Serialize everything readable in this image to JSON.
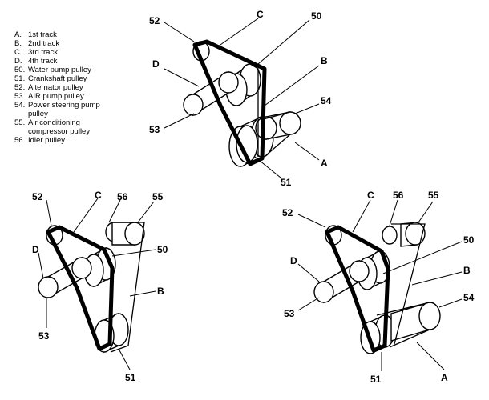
{
  "legend": [
    {
      "key": "A.",
      "text": "1st track"
    },
    {
      "key": "B.",
      "text": "2nd track"
    },
    {
      "key": "C.",
      "text": "3rd track"
    },
    {
      "key": "D.",
      "text": "4th track"
    },
    {
      "key": "50.",
      "text": "Water pump pulley"
    },
    {
      "key": "51.",
      "text": "Crankshaft pulley"
    },
    {
      "key": "52.",
      "text": "Alternator pulley"
    },
    {
      "key": "53.",
      "text": "AIR pump pulley"
    },
    {
      "key": "54.",
      "text": "Power steering pump\npulley"
    },
    {
      "key": "55.",
      "text": "Air conditioning\ncompressor pulley"
    },
    {
      "key": "56.",
      "text": "Idler pulley"
    }
  ],
  "callouts": {
    "top": {
      "n52": "52",
      "nC": "C",
      "n50": "50",
      "nD": "D",
      "nB": "B",
      "n54": "54",
      "n53": "53",
      "nA": "A",
      "n51": "51"
    },
    "left": {
      "n52": "52",
      "nC": "C",
      "n56": "56",
      "n55": "55",
      "nD": "D",
      "n50": "50",
      "nB": "B",
      "n53": "53",
      "n51": "51"
    },
    "right": {
      "nC": "C",
      "n56": "56",
      "n55": "55",
      "n52": "52",
      "n50": "50",
      "nD": "D",
      "nB": "B",
      "n53": "53",
      "n54": "54",
      "n51": "51",
      "nA": "A"
    }
  }
}
